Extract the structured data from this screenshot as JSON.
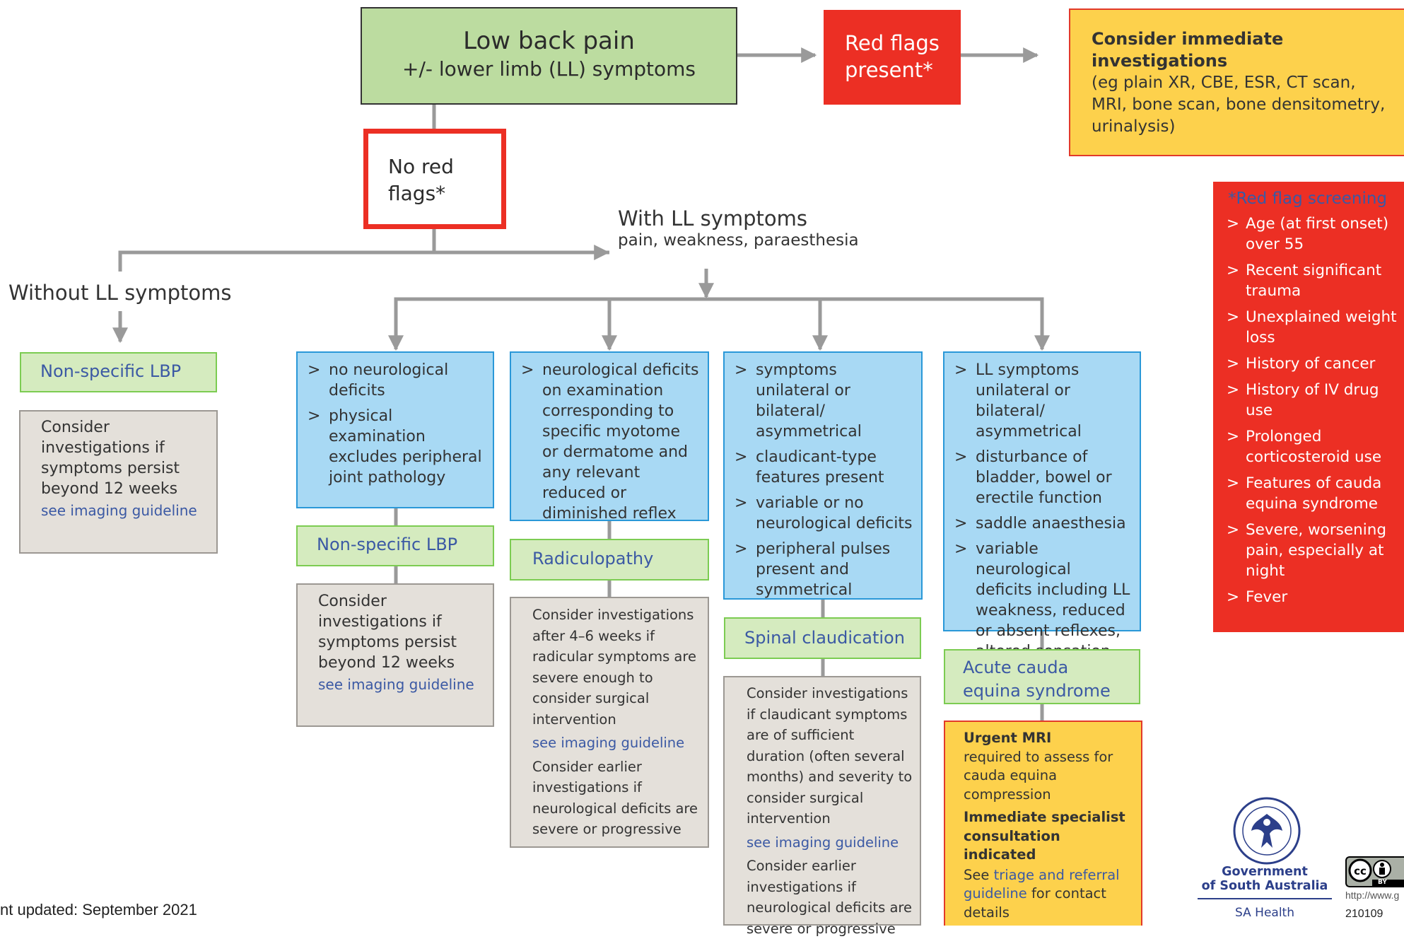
{
  "top_node": {
    "title": "Low back pain",
    "subtitle": "+/- lower limb (LL) symptoms"
  },
  "red_flags_node": {
    "line1": "Red flags",
    "line2": "present*"
  },
  "immediate_node": {
    "title": "Consider immediate investigations",
    "text": "(eg plain XR, CBE, ESR, CT scan, MRI, bone scan, bone densitometry, urinalysis)"
  },
  "no_red_flags_node": {
    "line1": "No red",
    "line2": "flags*"
  },
  "with_ll": {
    "title": "With LL symptoms",
    "subtitle": "pain, weakness, paraesthesia"
  },
  "without_ll": {
    "title": "Without LL symptoms"
  },
  "branch_without": {
    "diagnosis": "Non-specific LBP",
    "advice": "Consider investigations if symptoms persist beyond 12 weeks",
    "link": "see imaging guideline"
  },
  "branch_nonspecific": {
    "criteria": [
      "no neurological deficits",
      "physical examination excludes peripheral joint pathology"
    ],
    "diagnosis": "Non-specific LBP",
    "advice": "Consider investigations if symptoms persist beyond 12 weeks",
    "link": "see imaging guideline"
  },
  "branch_radiculopathy": {
    "criteria": [
      "neurological deficits on examination corresponding to specific myotome or dermatome and any relevant reduced or diminished reflex"
    ],
    "diagnosis": "Radiculopathy",
    "advice": "Consider investigations after 4–6 weeks if radicular symptoms are severe enough to consider surgical intervention",
    "link": "see imaging guideline",
    "advice2": "Consider earlier investigations if neurological deficits are severe or progressive"
  },
  "branch_claudication": {
    "criteria": [
      "symptoms unilateral or bilateral/ asymmetrical",
      "claudicant-type features present",
      "variable or no neurological deficits",
      "peripheral pulses present and symmetrical"
    ],
    "diagnosis": "Spinal claudication",
    "advice": "Consider investigations if claudicant symptoms are of sufficient duration (often several months) and severity to consider surgical intervention",
    "link": "see imaging guideline",
    "advice2": "Consider earlier investigations if neurological deficits are severe or progressive"
  },
  "branch_cauda": {
    "criteria": [
      "LL symptoms unilateral or bilateral/ asymmetrical",
      "disturbance of bladder, bowel or erectile function",
      "saddle anaesthesia",
      "variable neurological deficits including LL weakness, reduced or absent reflexes, altered sensation"
    ],
    "diagnosis_line1": "Acute cauda",
    "diagnosis_line2": "equina syndrome",
    "urgent_title": "Urgent MRI",
    "urgent_text": "required to assess for cauda equina compression",
    "specialist_title": "Immediate specialist consultation indicated",
    "see": "See",
    "link": "triage and referral guideline",
    "after_link": "for contact details"
  },
  "red_flag_screening": {
    "title": "*Red flag screening",
    "items": [
      "Age (at first onset) over 55",
      "Recent significant trauma",
      "Unexplained weight loss",
      "History of cancer",
      "History of IV drug use",
      "Prolonged corticosteroid use",
      "Features of cauda equina syndrome",
      "Severe, worsening pain, especially at night",
      "Fever"
    ]
  },
  "footer": {
    "updated": "nt updated: September 2021",
    "gov_line1": "Government",
    "gov_line2": "of South Australia",
    "sa_health": "SA Health",
    "url": "http://www.g",
    "code": "210109",
    "cc_label": "BY"
  },
  "colors": {
    "grey_line": "#9a9a9a",
    "red": "#ec2f24",
    "green": "#bcdca0",
    "blue": "#a8d9f4",
    "yellow": "#fdd14c",
    "tan": "#e4e0da",
    "link": "#3b59a4"
  }
}
